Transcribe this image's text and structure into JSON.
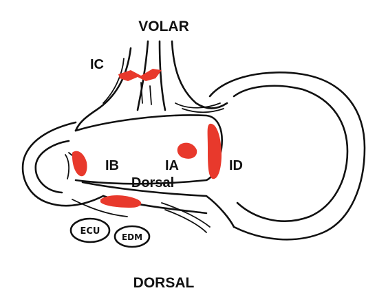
{
  "labels": {
    "volar": "VOLAR",
    "dorsal_top": "DORSAL",
    "ic": "IC",
    "ib": "IB",
    "ia": "IA",
    "id": "ID",
    "dorsal_inner": "Dorsal",
    "ecu": "ECU",
    "edm": "EDM"
  },
  "colors": {
    "ink": "#111111",
    "highlight": "#e8392c",
    "background": "#ffffff"
  }
}
